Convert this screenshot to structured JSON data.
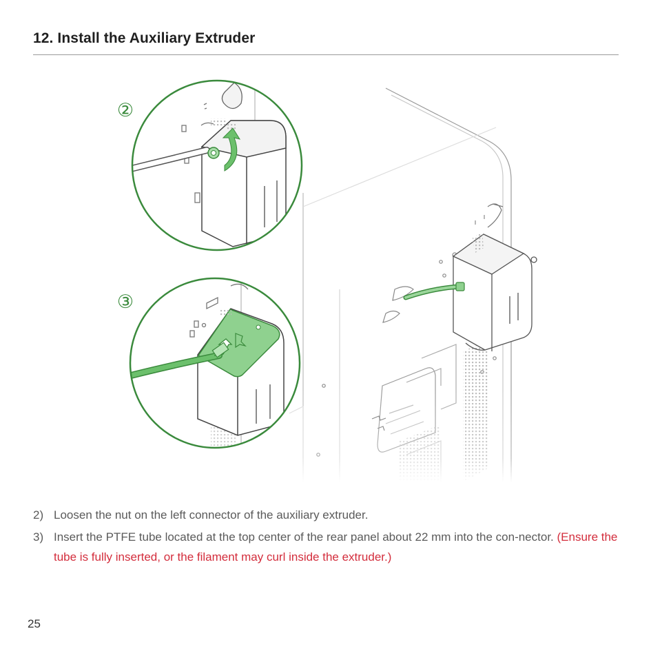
{
  "header": {
    "title": "12. Install the Auxiliary Extruder"
  },
  "callouts": {
    "step2_marker": "②",
    "step3_marker": "③"
  },
  "instructions": [
    {
      "number": "2)",
      "text": "Loosen the nut on the left connector of the auxiliary extruder."
    },
    {
      "number": "3)",
      "text": "Insert the PTFE tube located at the top center of the rear panel about 22 mm into the con-nector. ",
      "warning": "(Ensure the tube is fully inserted, or the filament may curl inside the extruder.)"
    }
  ],
  "footer": {
    "page_number": "25"
  },
  "colors": {
    "accent_green": "#3a8a3c",
    "highlight_green": "#8fd18f",
    "warning_red": "#d32d3c",
    "title": "#1f1f1f",
    "body_text": "#5a5a5a"
  }
}
